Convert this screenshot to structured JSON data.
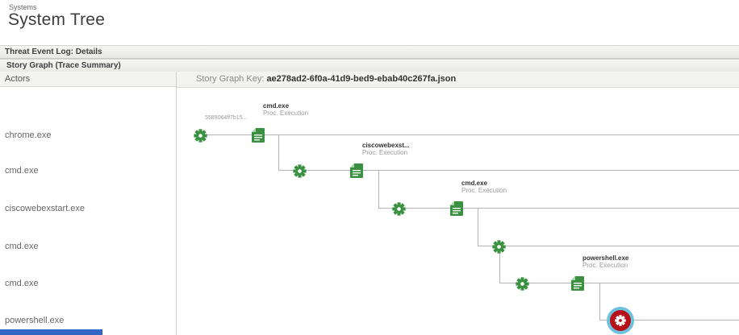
{
  "page": {
    "breadcrumb": "Systems",
    "title": "System Tree"
  },
  "sections": {
    "threat_event_log": "Threat Event Log: Details",
    "story_graph": "Story Graph (Trace Summary)"
  },
  "actors_panel": {
    "header": "Actors",
    "actors": [
      "chrome.exe",
      "cmd.exe",
      "ciscowebexstart.exe",
      "cmd.exe",
      "cmd.exe",
      "powershell.exe"
    ]
  },
  "graph_panel": {
    "key_label": "Story Graph Key:",
    "key_value": "ae278ad2-6f0a-41d9-bed9-ebab40c267fa.json",
    "root_hash": "5589064ff7b15...",
    "events": [
      {
        "name": "cmd.exe",
        "type": "Proc. Execution"
      },
      {
        "name": "ciscowebexst...",
        "type": "Proc. Execution"
      },
      {
        "name": "cmd.exe",
        "type": "Proc. Execution"
      },
      {
        "name": "powershell.exe",
        "type": "Proc. Execution"
      }
    ],
    "colors": {
      "node_green": "#3b9142",
      "selected_red": "#b6121b",
      "selected_ring": "#6fc2de",
      "line_gray": "#b4b4b4"
    }
  }
}
